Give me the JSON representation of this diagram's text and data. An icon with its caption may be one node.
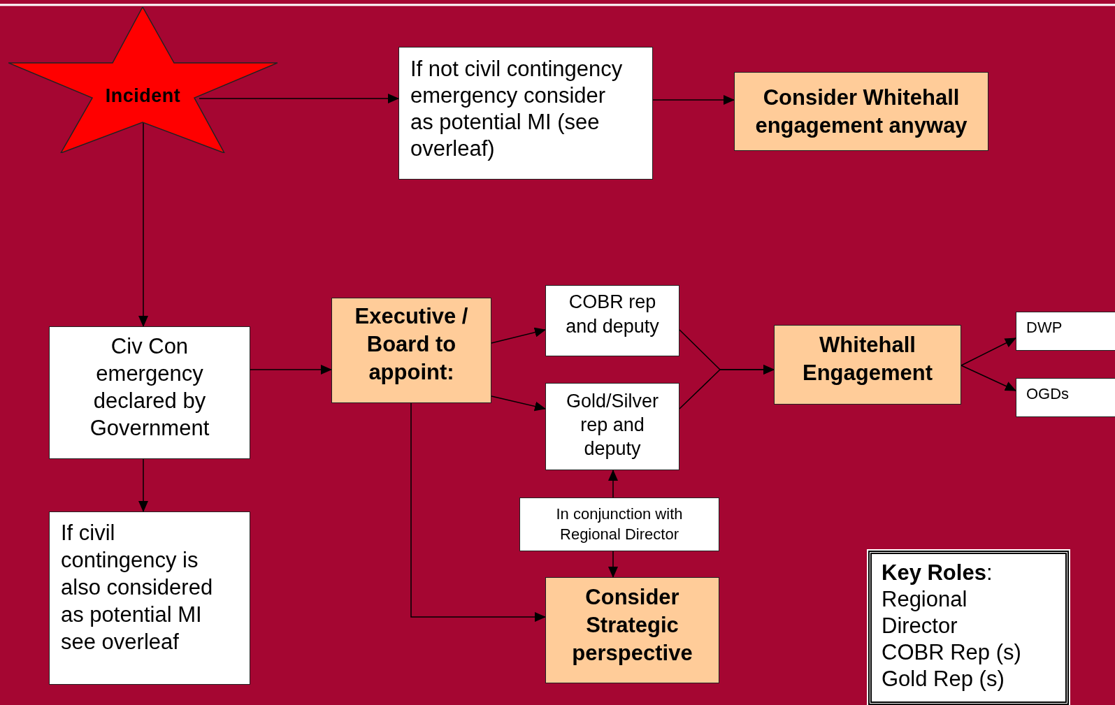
{
  "diagram": {
    "nodes": [
      {
        "text": [
          "Incident"
        ]
      },
      {
        "text": [
          "If not civil contingency emergency consider as potential MI (see overleaf)"
        ]
      },
      {
        "text": [
          "Consider Whitehall engagement anyway"
        ]
      },
      {
        "text": [
          "Civ Con emergency declared by Government"
        ]
      },
      {
        "text": [
          "If civil contingency is also considered as potential MI see overleaf"
        ]
      },
      {
        "text": [
          "Executive / Board to appoint:"
        ]
      },
      {
        "text": [
          "COBR rep and deputy"
        ]
      },
      {
        "text": [
          "Gold/Silver rep and deputy"
        ]
      },
      {
        "text": [
          "In conjunction with Regional Director"
        ]
      },
      {
        "text": [
          "Consider Strategic perspective"
        ]
      },
      {
        "text": [
          "Whitehall Engagement"
        ]
      },
      {
        "text": [
          "DWP"
        ]
      },
      {
        "text": [
          "OGDs"
        ]
      },
      {
        "text": [
          "**Key Roles**:",
          "Regional Director",
          "COBR Rep (s)",
          "Gold Rep (s)"
        ]
      }
    ],
    "edges": [
      {
        "from": 0,
        "to": 1,
        "arrow": "to"
      },
      {
        "from": 1,
        "to": 2,
        "arrow": "to"
      },
      {
        "from": 0,
        "to": 3,
        "arrow": "to"
      },
      {
        "from": 3,
        "to": 4,
        "arrow": "to"
      },
      {
        "from": 3,
        "to": 5,
        "arrow": "to"
      },
      {
        "from": 5,
        "to": 6,
        "arrow": "to"
      },
      {
        "from": 5,
        "to": 7,
        "arrow": "to"
      },
      {
        "from": 6,
        "to": 10,
        "arrow": "to"
      },
      {
        "from": 7,
        "to": 10,
        "arrow": "to"
      },
      {
        "from": 10,
        "to": 11,
        "arrow": "to"
      },
      {
        "from": 10,
        "to": 12,
        "arrow": "to"
      },
      {
        "from": 8,
        "to": 7,
        "arrow": "to"
      },
      {
        "from": 8,
        "to": 9,
        "arrow": "to"
      },
      {
        "from": 5,
        "to": 9,
        "arrow": "to"
      }
    ]
  }
}
